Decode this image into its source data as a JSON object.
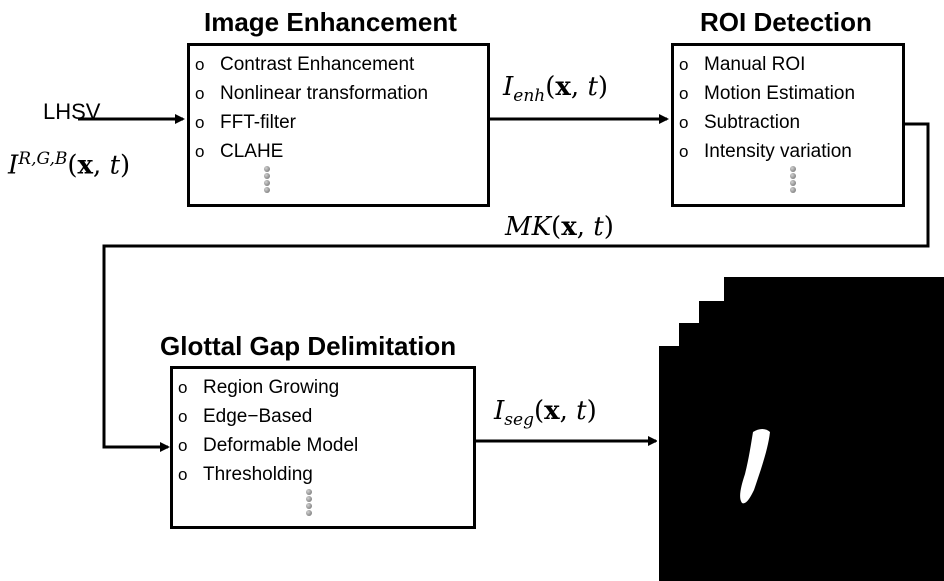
{
  "input": {
    "label": "LHSV",
    "signal": "I^{R,G,B}(x,t)"
  },
  "stages": {
    "enhancement": {
      "title": "Image Enhancement",
      "items": [
        "Contrast Enhancement",
        "Nonlinear transformation",
        "FFT-filter",
        "CLAHE"
      ]
    },
    "roi": {
      "title": "ROI Detection",
      "items": [
        "Manual ROI",
        "Motion Estimation",
        "Subtraction",
        "Intensity variation"
      ]
    },
    "gap": {
      "title": "Glottal Gap Delimitation",
      "items": [
        "Region Growing",
        "Edge−Based",
        "Deformable Model",
        "Thresholding"
      ]
    }
  },
  "signals": {
    "enh": "I_enh(x,t)",
    "mk": "MK(x,t)",
    "seg": "I_seg(x,t)"
  },
  "bullet_symbol": "o",
  "colors": {
    "line": "#000000",
    "image_bg": "#000000",
    "glottis": "#ffffff"
  }
}
